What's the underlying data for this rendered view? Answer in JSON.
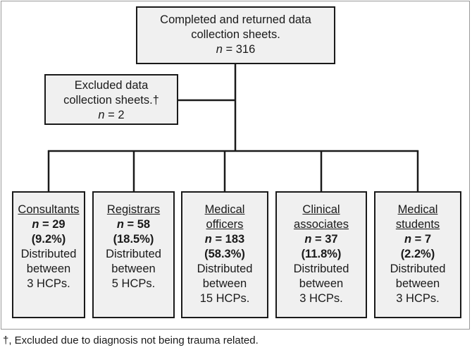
{
  "top_box": {
    "line1": "Completed and returned data",
    "line2": "collection sheets.",
    "n_label": "n",
    "n_value": " = 316"
  },
  "excluded_box": {
    "line1": "Excluded data",
    "line2": "collection sheets.†",
    "n_label": "n",
    "n_value": " = 2"
  },
  "categories": [
    {
      "name_lines": [
        "Consultants"
      ],
      "n_label": "n",
      "n_value": " = 29",
      "percent": "(9.2%)",
      "dist1": "Distributed",
      "dist2": "between",
      "hcps": "3 HCPs."
    },
    {
      "name_lines": [
        "Registrars"
      ],
      "n_label": "n",
      "n_value": " = 58",
      "percent": "(18.5%)",
      "dist1": "Distributed",
      "dist2": "between",
      "hcps": "5 HCPs."
    },
    {
      "name_lines": [
        "Medical",
        "officers"
      ],
      "n_label": "n",
      "n_value": " = 183",
      "percent": "(58.3%)",
      "dist1": "Distributed",
      "dist2": "between",
      "hcps": "15 HCPs."
    },
    {
      "name_lines": [
        "Clinical",
        "associates"
      ],
      "n_label": "n",
      "n_value": " = 37",
      "percent": "(11.8%)",
      "dist1": "Distributed",
      "dist2": "between",
      "hcps": "3 HCPs."
    },
    {
      "name_lines": [
        "Medical",
        "students"
      ],
      "n_label": "n",
      "n_value": " = 7",
      "percent": "(2.2%)",
      "dist1": "Distributed",
      "dist2": "between",
      "hcps": "3 HCPs."
    }
  ],
  "footnote": "†, Excluded due to diagnosis not being trauma related."
}
